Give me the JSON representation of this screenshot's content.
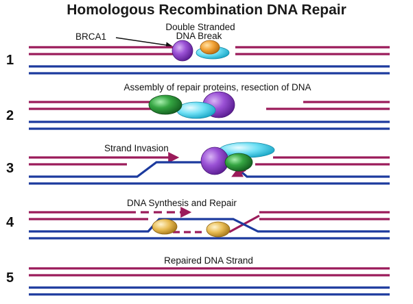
{
  "title": "Homologous Recombination DNA Repair",
  "steps": [
    {
      "number": "1",
      "label": "Double Stranded",
      "label2": "DNA Break",
      "protein_label": "BRCA1"
    },
    {
      "number": "2",
      "label": "Assembly of repair proteins, resection of DNA"
    },
    {
      "number": "3",
      "label": "Strand Invasion"
    },
    {
      "number": "4",
      "label": "DNA Synthesis and Repair"
    },
    {
      "number": "5",
      "label": "Repaired DNA Strand"
    }
  ],
  "colors": {
    "maroon_strand": "#9b1b5a",
    "navy_strand": "#1c3a9e",
    "purple_protein": "#8a3fc4",
    "cyan_protein": "#5ad6f0",
    "green_protein": "#2f9a3c",
    "orange_protein": "#f0a030",
    "gold_protein": "#e3b44a"
  }
}
